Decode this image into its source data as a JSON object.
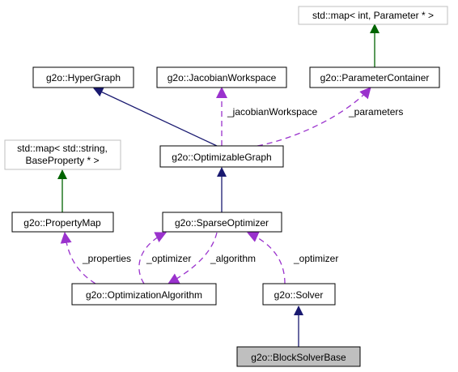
{
  "diagram": {
    "colors": {
      "inheritance": "#191970",
      "template": "#006400",
      "usage": "#9a32cd",
      "self_fill": "#bfbfbf",
      "external_border": "#bfbfbf"
    },
    "nodes": {
      "map_int_parameter": "std::map< int, Parameter * >",
      "hypergraph": "g2o::HyperGraph",
      "jacobian_workspace": "g2o::JacobianWorkspace",
      "parameter_container": "g2o::ParameterContainer",
      "map_string_baseproperty_l1": "std::map< std::string,",
      "map_string_baseproperty_l2": "BaseProperty * >",
      "optimizable_graph": "g2o::OptimizableGraph",
      "property_map": "g2o::PropertyMap",
      "sparse_optimizer": "g2o::SparseOptimizer",
      "optimization_algorithm": "g2o::OptimizationAlgorithm",
      "solver": "g2o::Solver",
      "block_solver_base": "g2o::BlockSolverBase"
    },
    "edge_labels": {
      "jacobian_workspace": "_jacobianWorkspace",
      "parameters": "_parameters",
      "properties": "_properties",
      "optimizer_algo": "_optimizer",
      "algorithm": "_algorithm",
      "optimizer_solver": "_optimizer"
    }
  }
}
